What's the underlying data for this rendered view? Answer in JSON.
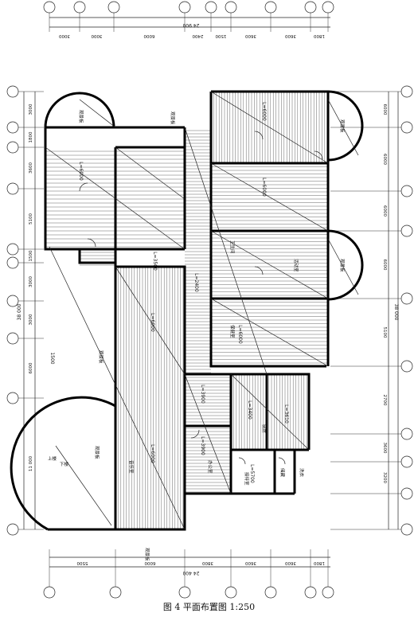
{
  "caption": "图 4    平面布置图 1:250",
  "dims": {
    "top_total": "24 900",
    "top_segments": [
      "3000",
      "3000",
      "6000",
      "2400",
      "1500",
      "3600",
      "3600",
      "1800"
    ],
    "bottom_total": "24 400",
    "bottom_segments": [
      "5500",
      "6000",
      "3800",
      "3600",
      "3600",
      "1800"
    ],
    "left_total": "38 000",
    "left_segments": [
      "3000",
      "1800",
      "3600",
      "5100",
      "1500",
      "3000",
      "3000",
      "6000",
      "11 000"
    ],
    "right_total": "38 000",
    "right_segments": [
      "6000",
      "6000",
      "6000",
      "6000",
      "5100",
      "2700",
      "3600",
      "3200"
    ],
    "inner_1500": "1500"
  },
  "rooms": {
    "r1": "L=6000",
    "r2": "L=6000",
    "r3": "L=6000",
    "r4": "L=6000",
    "r5": "L=6000",
    "r6": "L=6000",
    "r7": "L=3500",
    "r8": "L=2400",
    "r9": "L=3900",
    "r10": "L=3400",
    "r11": "L=3610",
    "r12": "L=3900",
    "r13": "L=5700"
  },
  "labels": {
    "stair_up": "上楼",
    "stair_down": "下楼",
    "observation_1": "观景板",
    "observation_2": "观景板",
    "observation_3": "观景板",
    "observation_4": "观景板",
    "observation_5": "观景板",
    "observation_6": "观景板",
    "observation_7": "观景板",
    "music_room": "音乐室",
    "activity_room": "活动室",
    "health_room": "保健室",
    "toilet": "卫生间",
    "kitchen": "厨房",
    "office": "办公室",
    "reception": "接待室",
    "storage": "储藏",
    "laundry": "洗衣"
  }
}
